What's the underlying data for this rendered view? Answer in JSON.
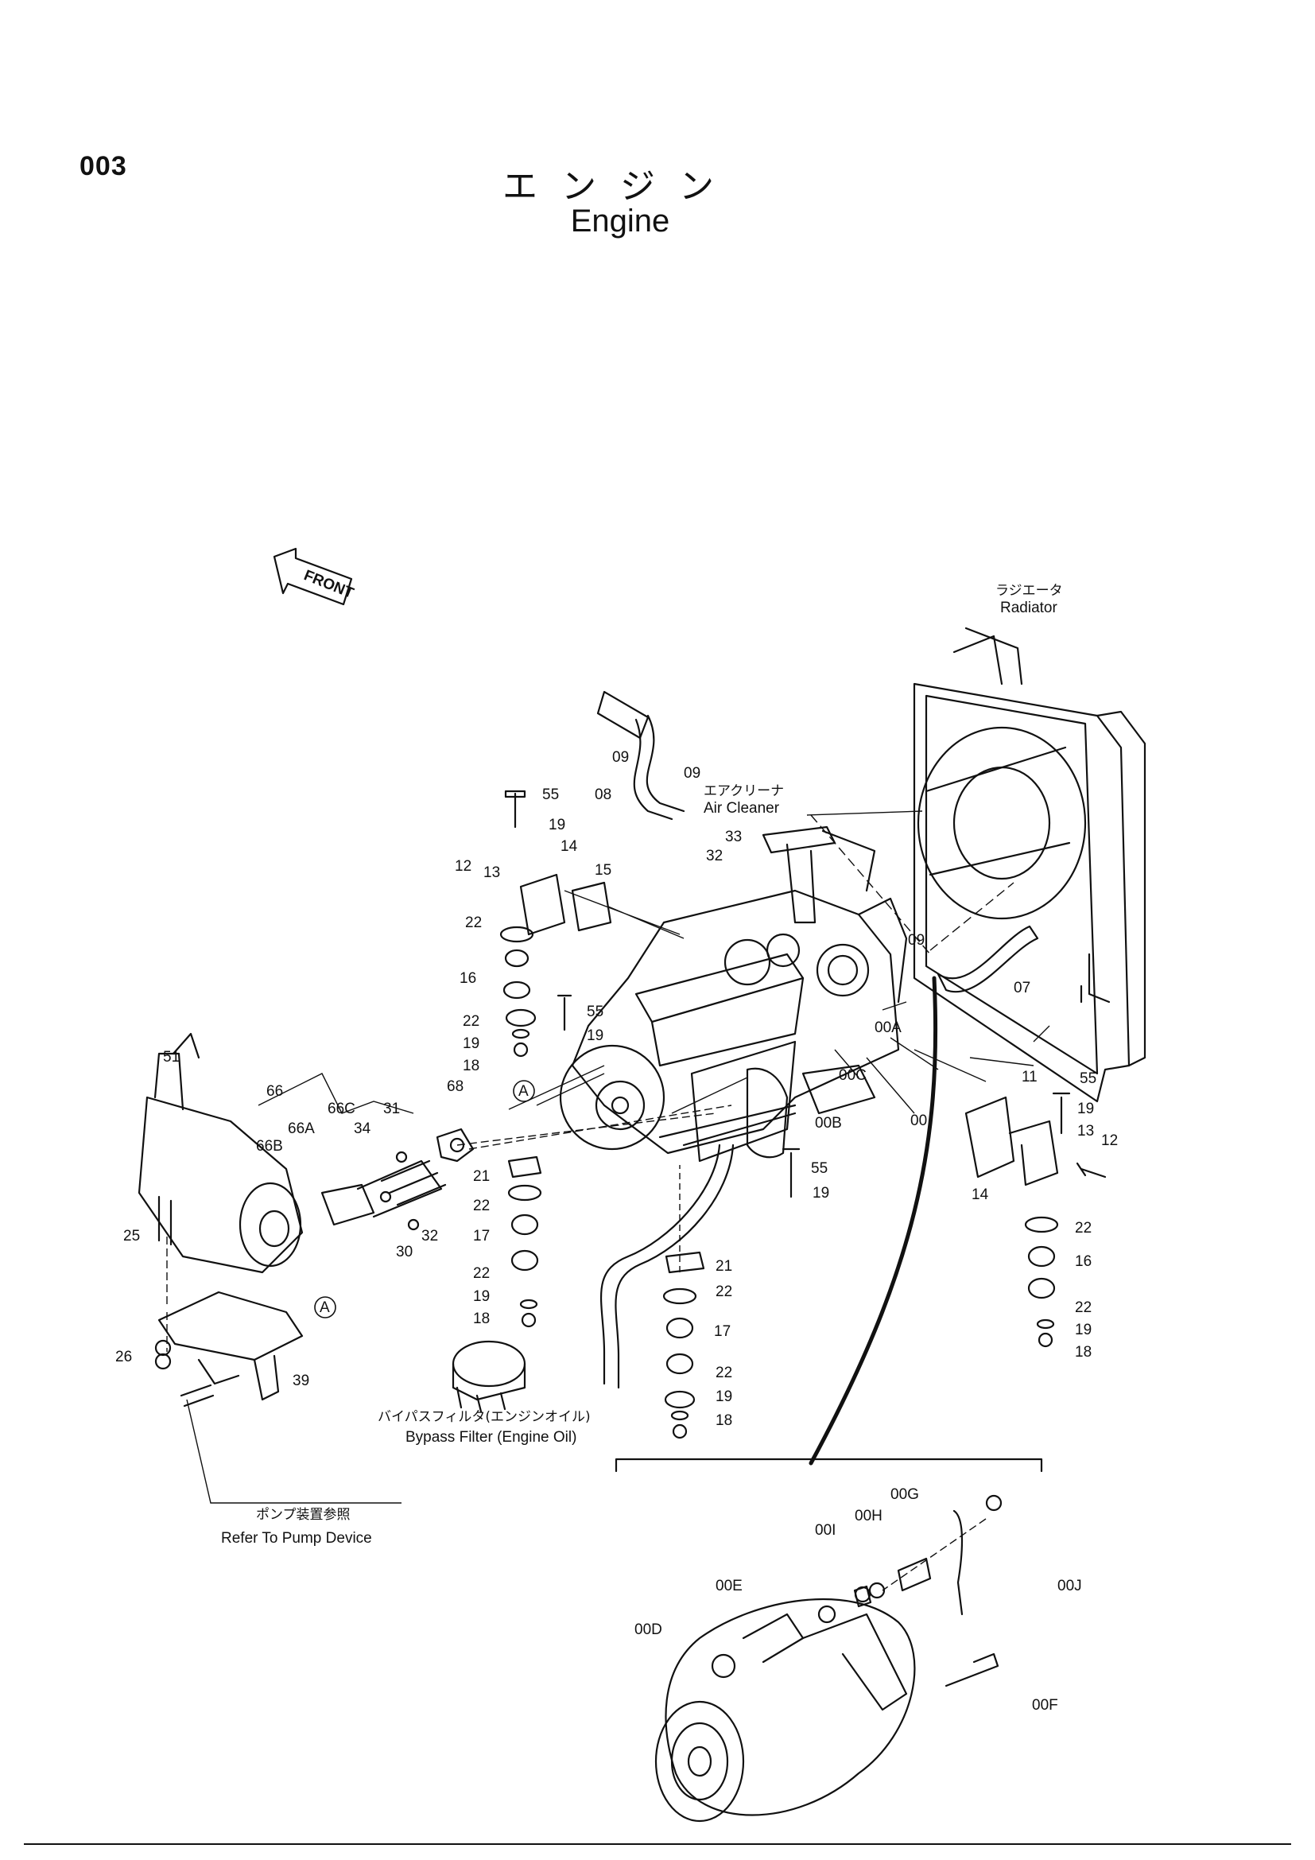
{
  "page": {
    "code": "003",
    "title_jp": "エンジン",
    "title_en": "Engine"
  },
  "labels": {
    "front": "FRONT",
    "radiator_jp": "ラジエータ",
    "radiator_en": "Radiator",
    "air_cleaner_jp": "エアクリーナ",
    "air_cleaner_en": "Air Cleaner",
    "bypass_jp": "バイパスフィルタ(エンジンオイル)",
    "bypass_en": "Bypass Filter (Engine Oil)",
    "pump_jp": "ポンプ装置参照",
    "pump_en": "Refer To Pump Device"
  },
  "callouts": {
    "c09a": "09",
    "c08": "08",
    "c09b": "09",
    "c55a": "55",
    "c19a": "19",
    "c12a": "12",
    "c13a": "13",
    "c14a": "14",
    "c15": "15",
    "c33": "33",
    "c32a": "32",
    "c22a": "22",
    "c16a": "16",
    "c55b": "55",
    "c22b": "22",
    "c19b": "19",
    "c19c": "19",
    "c18a": "18",
    "c09c": "09",
    "c07": "07",
    "c00A": "00A",
    "c00C": "00C",
    "c00B": "00B",
    "c00": "00",
    "c51": "51",
    "c66": "66",
    "c66C": "66C",
    "c66A": "66A",
    "c66B": "66B",
    "c34": "34",
    "c31": "31",
    "c68": "68",
    "cA1": "A",
    "c25": "25",
    "c30": "30",
    "c32b": "32",
    "c21a": "21",
    "c22c": "22",
    "c17a": "17",
    "c22d": "22",
    "c19d": "19",
    "c18b": "18",
    "c55c": "55",
    "c19e": "19",
    "c21b": "21",
    "c22e": "22",
    "c17b": "17",
    "c22f": "22",
    "c19f": "19",
    "c18c": "18",
    "c11": "11",
    "c55d": "55",
    "c19g": "19",
    "c13b": "13",
    "c12b": "12",
    "c14b": "14",
    "c22g": "22",
    "c16b": "16",
    "c22h": "22",
    "c19h": "19",
    "c18d": "18",
    "cA2": "A",
    "c26": "26",
    "c39": "39",
    "c00G": "00G",
    "c00H": "00H",
    "c00I": "00I",
    "c00E": "00E",
    "c00D": "00D",
    "c00J": "00J",
    "c00F": "00F"
  }
}
